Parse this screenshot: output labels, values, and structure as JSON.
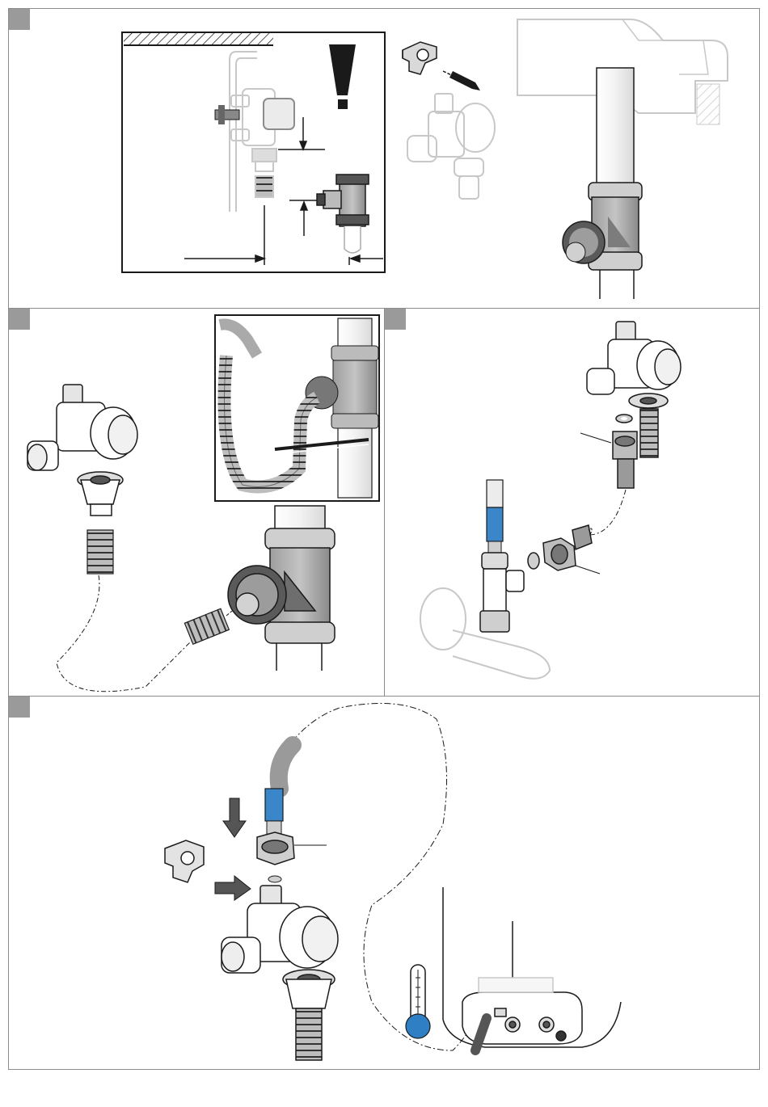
{
  "document": {
    "type": "installation-instructions-illustration-sheet",
    "text_content": []
  },
  "steps": [
    {
      "id": "step-1",
      "marker_color": "#9a9a9a"
    },
    {
      "id": "step-2",
      "marker_color": "#9a9a9a"
    },
    {
      "id": "step-3",
      "marker_color": "#9a9a9a"
    },
    {
      "id": "step-4",
      "marker_color": "#9a9a9a"
    }
  ],
  "icons": [
    "warning-exclamation-icon",
    "wall-bracket-clip-icon",
    "screw-icon",
    "arrow-down-icon",
    "arrow-right-icon",
    "thermometer-icon"
  ],
  "colors": {
    "frame": "#8c8c8c",
    "line": "#1a1a1a",
    "ghost": "#c8c8c8",
    "hose_blue": "#3a86c8",
    "thermometer_bulb": "#2f7fc4",
    "hose_grey": "#9a9a9a"
  }
}
